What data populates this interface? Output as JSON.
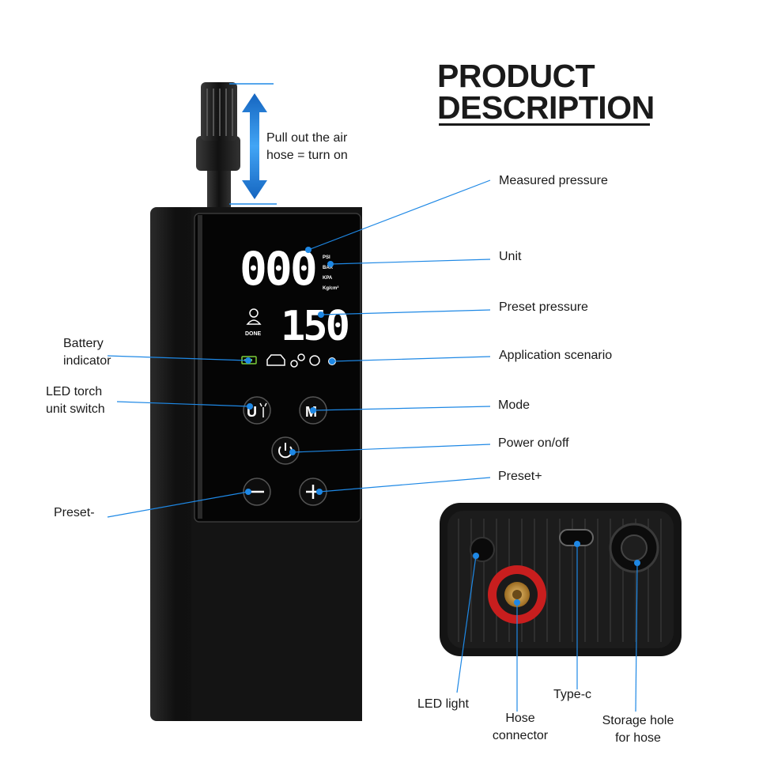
{
  "heading": {
    "line1": "PRODUCT",
    "line2": "DESCRIPTION"
  },
  "hose_note": {
    "line1": "Pull out the air",
    "line2": "hose = turn on"
  },
  "display": {
    "measured": "000",
    "preset": "150",
    "units": [
      "PSI",
      "BAR",
      "KPA",
      "Kg/cm²"
    ],
    "done_label": "DONE"
  },
  "buttons": {
    "torch": "U",
    "mode": "M"
  },
  "callouts_right": {
    "measured_pressure": "Measured pressure",
    "unit": "Unit",
    "preset_pressure": "Preset pressure",
    "application_scenario": "Application scenario",
    "mode": "Mode",
    "power": "Power on/off",
    "preset_plus": "Preset+"
  },
  "callouts_left": {
    "battery_line1": "Battery",
    "battery_line2": "indicator",
    "torch_line1": "LED torch",
    "torch_line2": "unit switch",
    "preset_minus": "Preset-"
  },
  "callouts_bottom": {
    "led_light": "LED light",
    "hose_line1": "Hose",
    "hose_line2": "connector",
    "typec": "Type-c",
    "storage_line1": "Storage hole",
    "storage_line2": "for hose"
  },
  "colors": {
    "accent_blue": "#1e88e5",
    "device_body": "#161616",
    "hose_ring": "#c81e1e",
    "brass": "#c8963c"
  }
}
